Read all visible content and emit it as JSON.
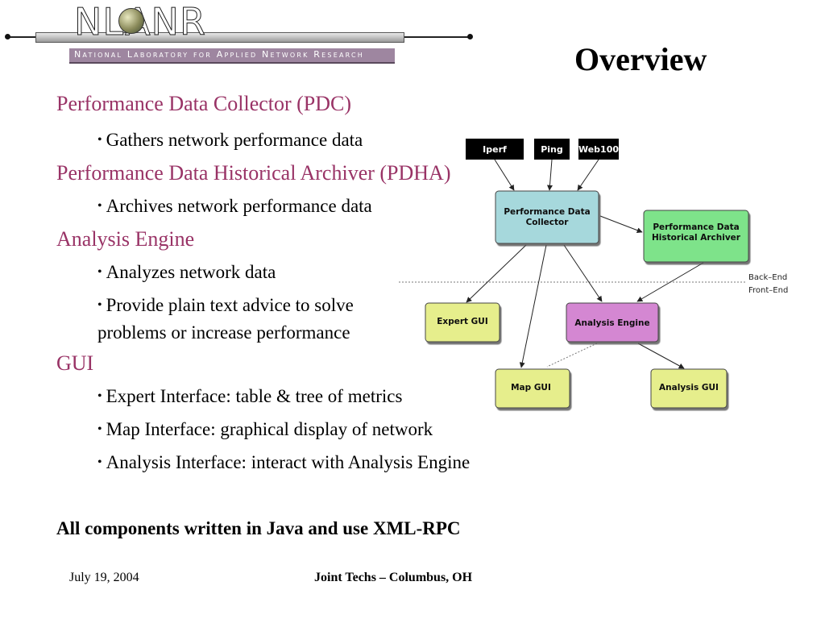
{
  "header": {
    "logo_wordmark": "NLANR",
    "logo_subtitle": "National Laboratory for Applied Network Research",
    "slide_title": "Overview"
  },
  "outline": [
    {
      "heading": "Performance Data Collector (PDC)",
      "bullets": [
        "Gathers network performance data"
      ]
    },
    {
      "heading": "Performance Data Historical Archiver (PDHA)",
      "bullets": [
        "Archives network performance data"
      ]
    },
    {
      "heading": "Analysis Engine",
      "bullets": [
        "Analyzes network data",
        "Provide plain text advice to solve",
        "problems or increase performance"
      ]
    },
    {
      "heading": "GUI",
      "bullets": [
        "Expert Interface: table & tree of metrics",
        "Map Interface: graphical display of network",
        "Analysis Interface: interact with Analysis Engine"
      ]
    }
  ],
  "bullet_glyph": "•",
  "closing": "All components written in Java and use XML-RPC",
  "footer": {
    "date": "July 19, 2004",
    "event": "Joint Techs – Columbus, OH"
  },
  "diagram": {
    "sources": [
      "Iperf",
      "Ping",
      "Web100"
    ],
    "nodes": {
      "pdc": [
        "Performance Data",
        "Collector"
      ],
      "pdha": [
        "Performance Data",
        "Historical Archiver"
      ],
      "expert_gui": "Expert GUI",
      "analysis_engine": "Analysis Engine",
      "map_gui": "Map GUI",
      "analysis_gui": "Analysis GUI"
    },
    "tiers": [
      "Back–End",
      "Front–End"
    ],
    "colors": {
      "source_fill": "#000000",
      "pdc_fill": "#a6d8dc",
      "pdha_fill": "#7ee38a",
      "gui_fill": "#e6ee8c",
      "engine_fill": "#d487d2",
      "heading_color": "#993366"
    }
  }
}
